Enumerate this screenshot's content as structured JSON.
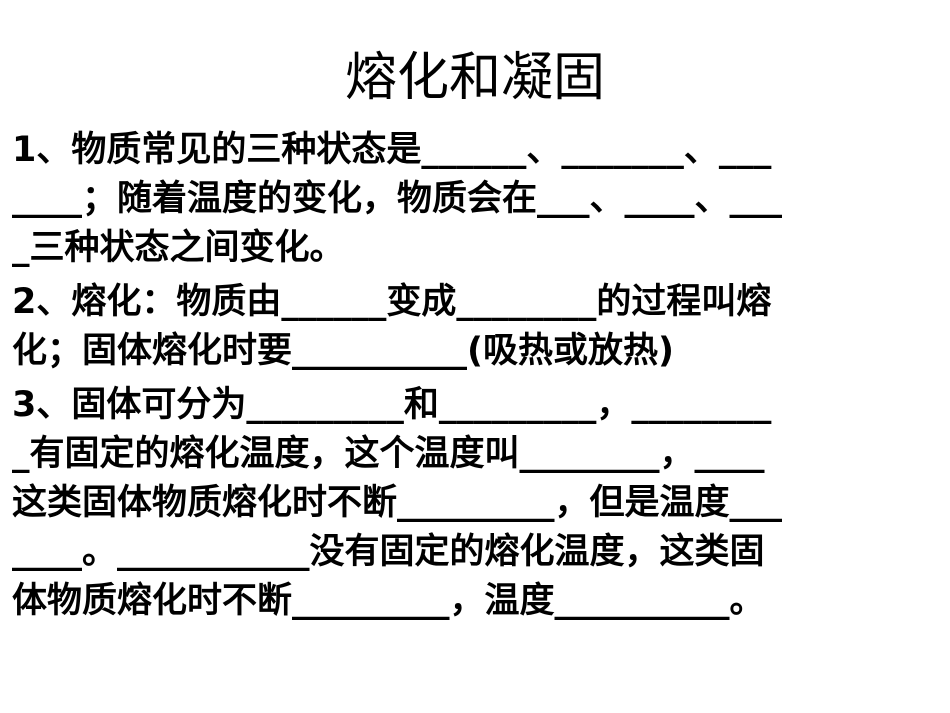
{
  "title": "熔化和凝固",
  "paragraphs": [
    {
      "lines": [
        "1、物质常见的三种状态是______、_______、___",
        "____；随着温度的变化，物质会在___、____、___",
        "_三种状态之间变化。"
      ]
    },
    {
      "lines": [
        "2、熔化：物质由______变成________的过程叫熔",
        "化；固体熔化时要__________(吸热或放热)"
      ]
    },
    {
      "lines": [
        "3、固体可分为_________和_________，________",
        "_有固定的熔化温度，这个温度叫________，____",
        "这类固体物质熔化时不断_________，但是温度___",
        "____。___________没有固定的熔化温度，这类固",
        "体物质熔化时不断_________，温度__________。"
      ]
    }
  ]
}
